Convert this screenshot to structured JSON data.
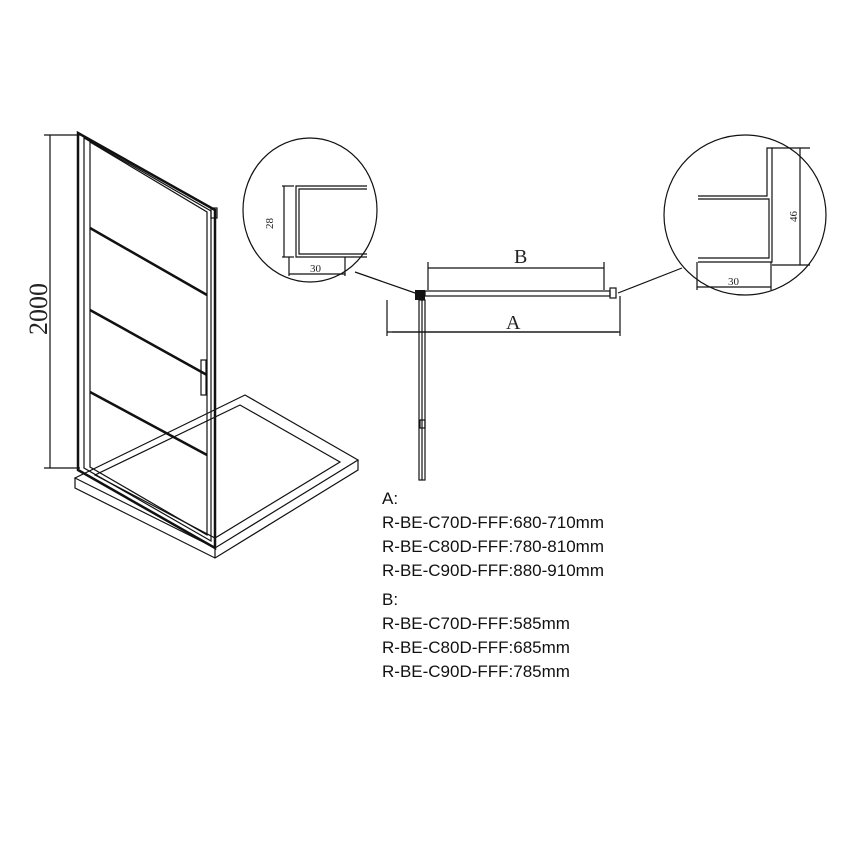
{
  "drawing": {
    "height_label": "2000",
    "detail_left": {
      "height_label": "28",
      "width_label": "30"
    },
    "detail_right": {
      "height_label": "46",
      "width_label": "30"
    },
    "plan": {
      "dim_b_label": "B",
      "dim_a_label": "A"
    }
  },
  "specs": {
    "a_heading": "A:",
    "a_items": [
      "R-BE-C70D-FFF:680-710mm",
      "R-BE-C80D-FFF:780-810mm",
      "R-BE-C90D-FFF:880-910mm"
    ],
    "b_heading": "B:",
    "b_items": [
      "R-BE-C70D-FFF:585mm",
      "R-BE-C80D-FFF:685mm",
      "R-BE-C90D-FFF:785mm"
    ]
  }
}
